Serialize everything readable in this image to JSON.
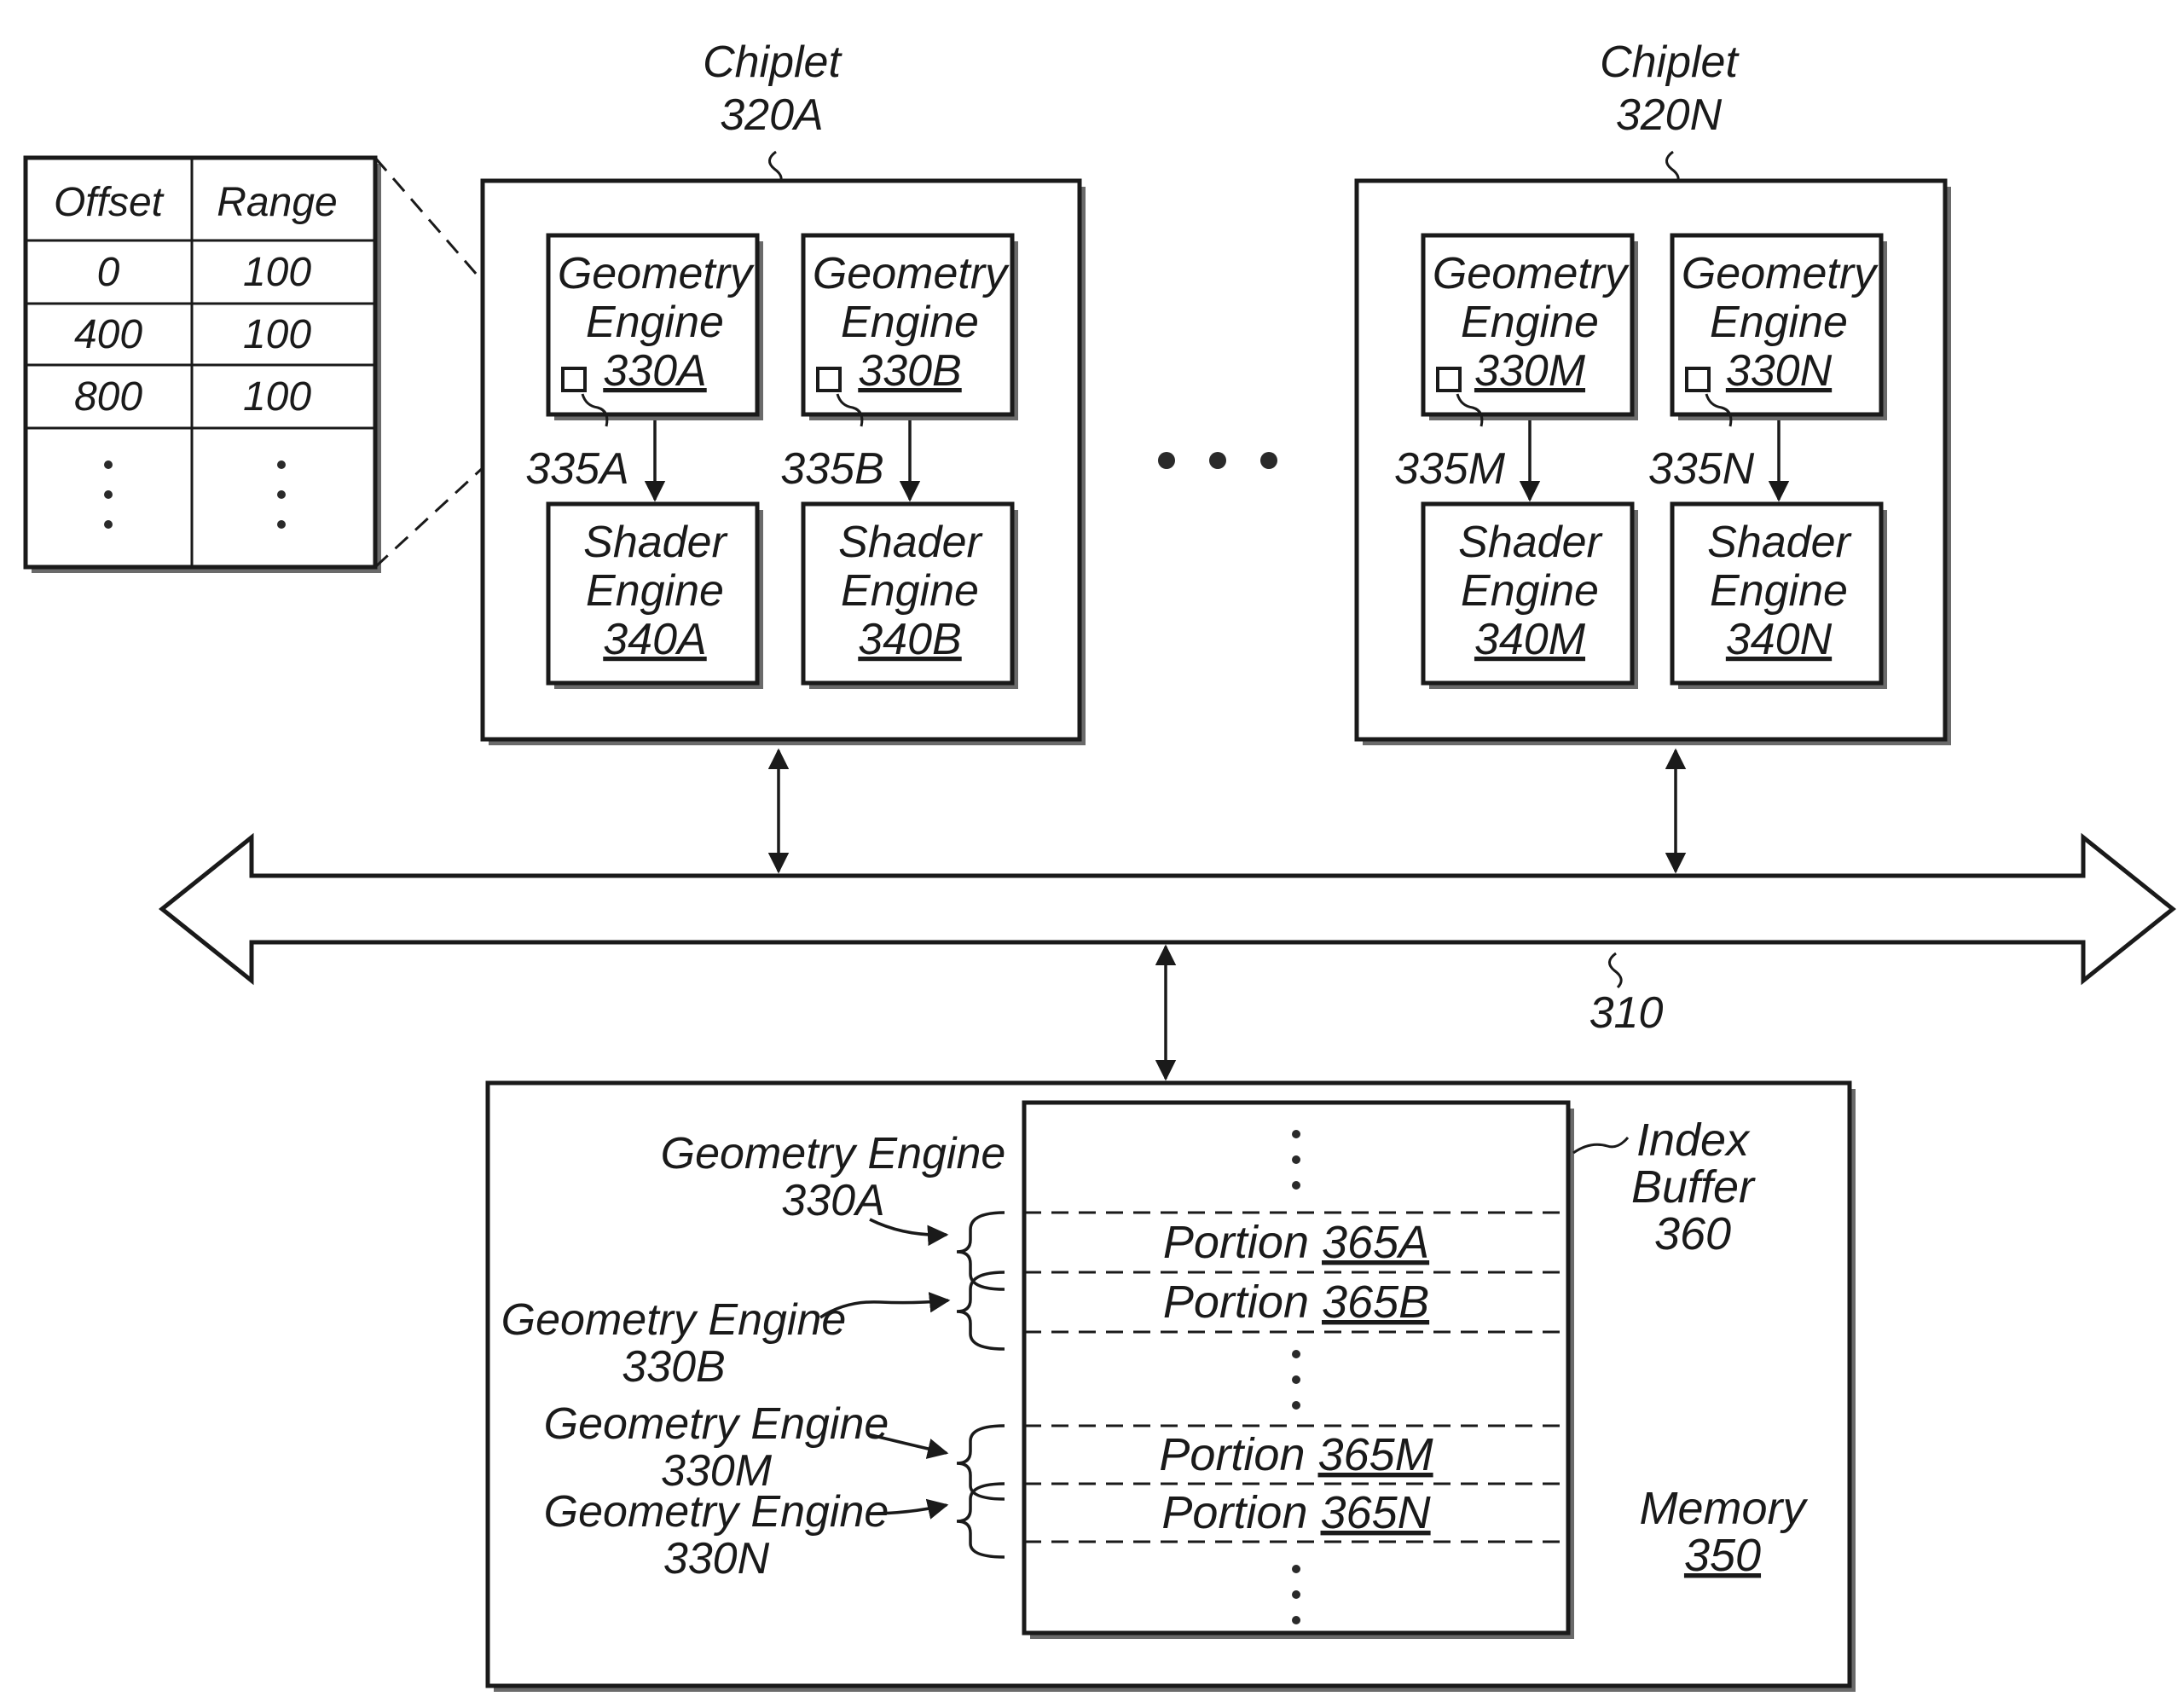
{
  "chiplets": [
    {
      "label": "Chiplet",
      "ref": "320A",
      "geometry_engines": [
        {
          "line1": "Geometry",
          "line2": "Engine",
          "ref": "330A",
          "cache_ref": "335A"
        },
        {
          "line1": "Geometry",
          "line2": "Engine",
          "ref": "330B",
          "cache_ref": "335B"
        }
      ],
      "shader_engines": [
        {
          "line1": "Shader",
          "line2": "Engine",
          "ref": "340A"
        },
        {
          "line1": "Shader",
          "line2": "Engine",
          "ref": "340B"
        }
      ]
    },
    {
      "label": "Chiplet",
      "ref": "320N",
      "geometry_engines": [
        {
          "line1": "Geometry",
          "line2": "Engine",
          "ref": "330M",
          "cache_ref": "335M"
        },
        {
          "line1": "Geometry",
          "line2": "Engine",
          "ref": "330N",
          "cache_ref": "335N"
        }
      ],
      "shader_engines": [
        {
          "line1": "Shader",
          "line2": "Engine",
          "ref": "340M"
        },
        {
          "line1": "Shader",
          "line2": "Engine",
          "ref": "340N"
        }
      ]
    }
  ],
  "table": {
    "headers": [
      "Offset",
      "Range"
    ],
    "rows": [
      [
        "0",
        "100"
      ],
      [
        "400",
        "100"
      ],
      [
        "800",
        "100"
      ]
    ]
  },
  "bus": {
    "ref": "310"
  },
  "memory": {
    "label": "Memory",
    "ref": "350"
  },
  "index_buffer": {
    "line1": "Index",
    "line2": "Buffer",
    "ref": "360"
  },
  "portions": [
    {
      "word": "Portion",
      "ref": "365A"
    },
    {
      "word": "Portion",
      "ref": "365B"
    },
    {
      "word": "Portion",
      "ref": "365M"
    },
    {
      "word": "Portion",
      "ref": "365N"
    }
  ],
  "memory_labels": [
    {
      "text": "Geometry Engine",
      "ref": "330A"
    },
    {
      "text": "Geometry Engine",
      "ref": "330B"
    },
    {
      "text": "Geometry Engine",
      "ref": "330M"
    },
    {
      "text": "Geometry Engine",
      "ref": "330N"
    }
  ]
}
